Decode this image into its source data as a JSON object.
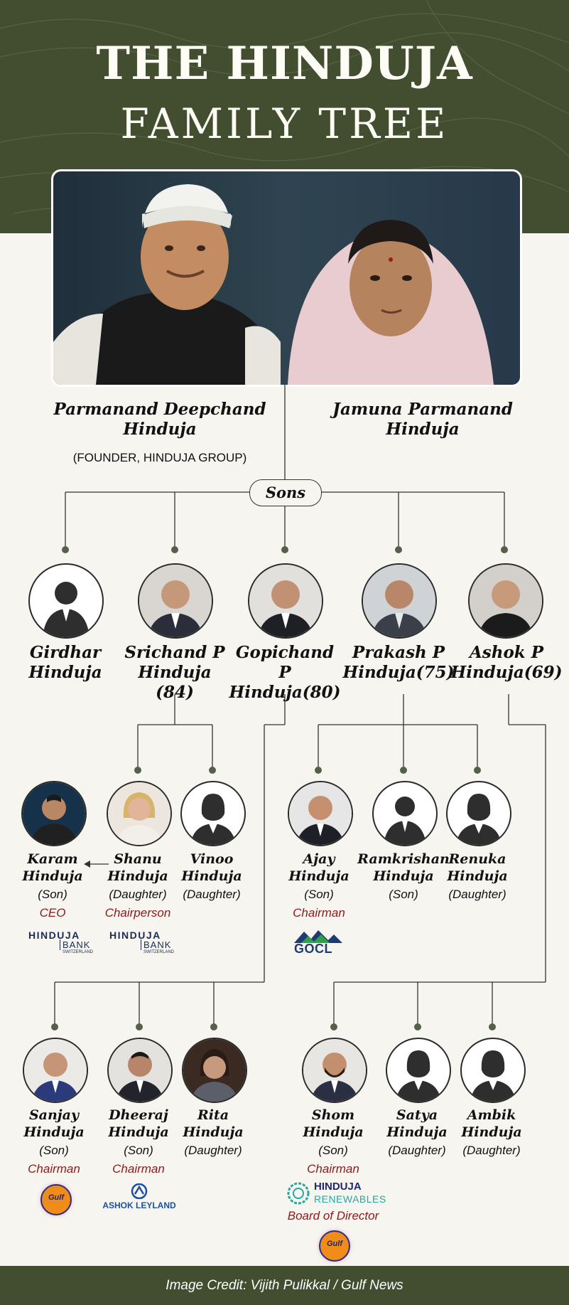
{
  "header": {
    "title_line1": "THE HINDUJA",
    "title_line2": "FAMILY TREE"
  },
  "founders": {
    "father": {
      "name_line1": "Parmanand Deepchand",
      "name_line2": "Hinduja",
      "note": "(FOUNDER, HINDUJA GROUP)"
    },
    "mother": {
      "name_line1": "Jamuna Parmanand",
      "name_line2": "Hinduja"
    }
  },
  "sons_label": "Sons",
  "sons": [
    {
      "line1": "Girdhar",
      "line2": "Hinduja"
    },
    {
      "line1": "Srichand P",
      "line2": "Hinduja (84)"
    },
    {
      "line1": "Gopichand P",
      "line2": "Hinduja(80)"
    },
    {
      "line1": "Prakash P",
      "line2": "Hinduja(75)"
    },
    {
      "line1": "Ashok P",
      "line2": "Hinduja(69)"
    }
  ],
  "srichand_children": [
    {
      "line1": "Karam",
      "line2": "Hinduja",
      "relation": "(Son)",
      "role": "CEO"
    },
    {
      "line1": "Shanu",
      "line2": "Hinduja",
      "relation": "(Daughter)",
      "role": "Chairperson"
    },
    {
      "line1": "Vinoo",
      "line2": "Hinduja",
      "relation": "(Daughter)"
    }
  ],
  "prakash_children": [
    {
      "line1": "Ajay",
      "line2": "Hinduja",
      "relation": "(Son)",
      "role": "Chairman"
    },
    {
      "line1": "Ramkrishan",
      "line2": "Hinduja",
      "relation": "(Son)"
    },
    {
      "line1": "Renuka",
      "line2": "Hinduja",
      "relation": "(Daughter)"
    }
  ],
  "gopichand_children": [
    {
      "line1": "Sanjay",
      "line2": "Hinduja",
      "relation": "(Son)",
      "role": "Chairman"
    },
    {
      "line1": "Dheeraj",
      "line2": "Hinduja",
      "relation": "(Son)",
      "role": "Chairman"
    },
    {
      "line1": "Rita",
      "line2": "Hinduja",
      "relation": "(Daughter)"
    }
  ],
  "ashok_children": [
    {
      "line1": "Shom",
      "line2": "Hinduja",
      "relation": "(Son)",
      "role": "Chairman",
      "role2": "Board of Director"
    },
    {
      "line1": "Satya",
      "line2": "Hinduja",
      "relation": "(Daughter)"
    },
    {
      "line1": "Ambik",
      "line2": "Hinduja",
      "relation": "(Daughter)"
    }
  ],
  "logos": {
    "hinduja_bank_top": "HINDUJA",
    "hinduja_bank_bottom": "BANK",
    "hinduja_bank_small": "SWITZERLAND",
    "gocl": "GOCL",
    "gulf": "Gulf",
    "ashok_leyland": "ASHOK LEYLAND",
    "renewables_top": "HINDUJA",
    "renewables_bottom": "RENEWABLES"
  },
  "footer": {
    "credit": "Image Credit: Vijith Pulikkal / Gulf News"
  },
  "colors": {
    "header_bg": "#424e2f",
    "background": "#f6f5f0",
    "role_red": "#8b1a1a",
    "ashok_blue": "#1d4fa0",
    "gulf_orange": "#f08c1a"
  }
}
